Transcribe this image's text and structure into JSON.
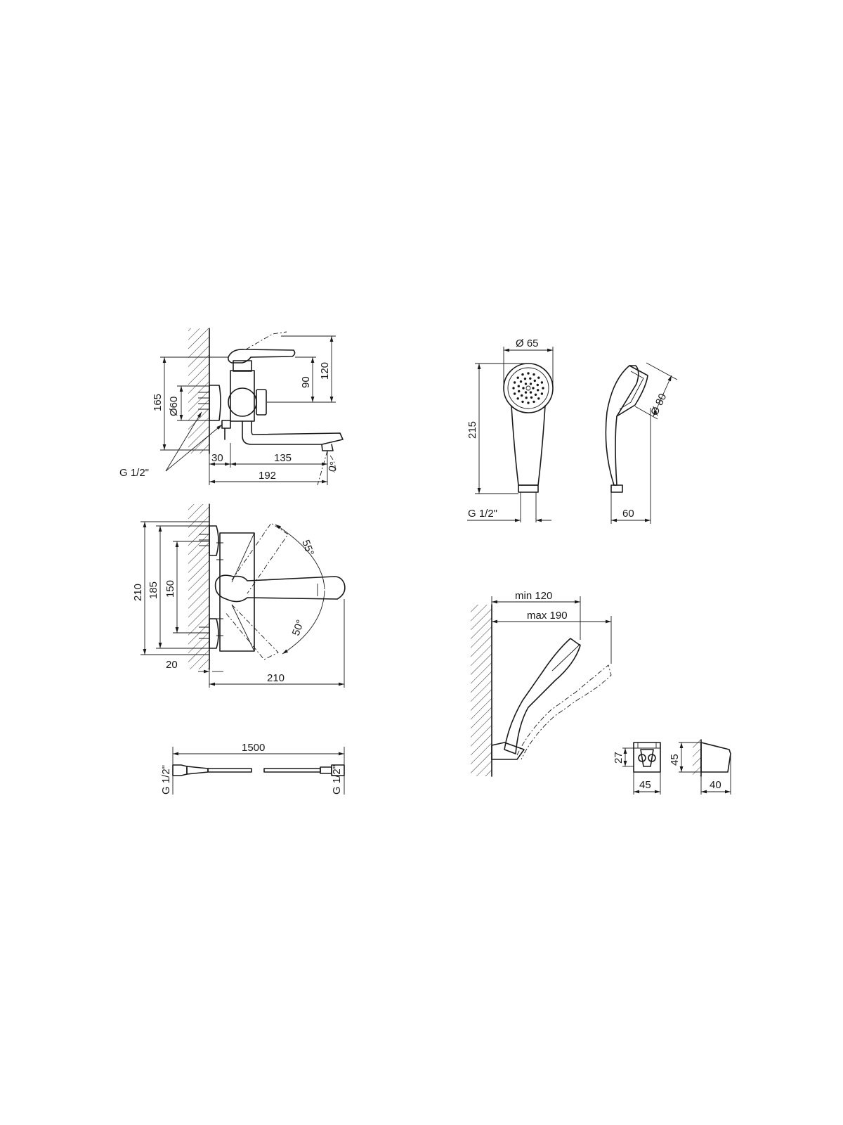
{
  "views": {
    "mixer_side": {
      "dims": {
        "total_height": "165",
        "flange_dia": "Ø60",
        "lever_height": "120",
        "body_height": "90",
        "wall_offset": "30",
        "spout_reach": "135",
        "total_length": "192",
        "angle": "0°",
        "thread": "G 1/2\""
      }
    },
    "mixer_top": {
      "dims": {
        "width_total": "210",
        "width_185": "185",
        "centers": "150",
        "angle_up": "55°",
        "angle_down": "50°",
        "wall_offset": "20",
        "length": "210"
      }
    },
    "hose": {
      "dims": {
        "length": "1500",
        "thread_left": "G 1/2\"",
        "thread_right": "G 1/2\""
      }
    },
    "shower_front": {
      "dims": {
        "head_dia": "Ø 65",
        "length": "215",
        "thread": "G 1/2\""
      }
    },
    "shower_side": {
      "dims": {
        "head_dia": "Ø 80",
        "depth": "60"
      }
    },
    "holder_setup": {
      "dims": {
        "min_reach": "min 120",
        "max_reach": "max 190"
      }
    },
    "holder_front": {
      "dims": {
        "height": "27",
        "width": "45"
      }
    },
    "holder_side": {
      "dims": {
        "height": "45",
        "depth": "40"
      }
    }
  }
}
